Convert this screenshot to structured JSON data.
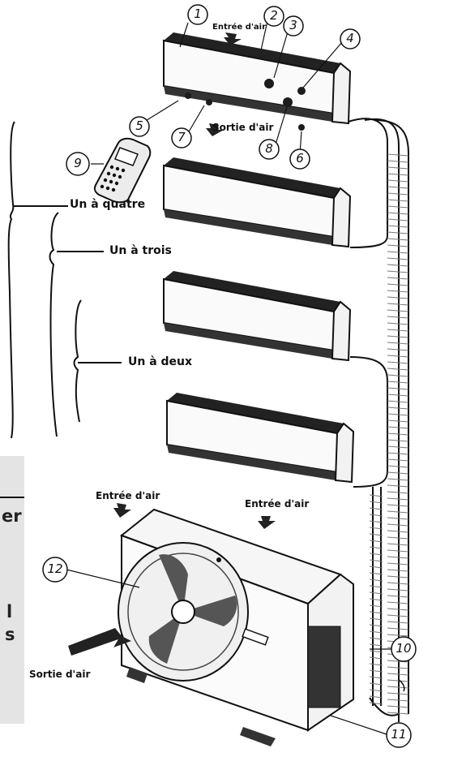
{
  "labels": {
    "air_in": "Entrée d'air",
    "air_out": "Sortie d'air",
    "one_to_four": "Un à quatre",
    "one_to_three": "Un à trois",
    "one_to_two": "Un à deux"
  },
  "numbers": [
    "1",
    "2",
    "3",
    "4",
    "5",
    "6",
    "7",
    "8",
    "9",
    "10",
    "11",
    "12"
  ],
  "side_fragments": {
    "a": "er",
    "b": "l",
    "c": "s"
  },
  "colors": {
    "line": "#111111",
    "sidebar": "#e4e4e4",
    "unit_front": "#fafafa",
    "panel_dark": "#1c1c1c"
  }
}
